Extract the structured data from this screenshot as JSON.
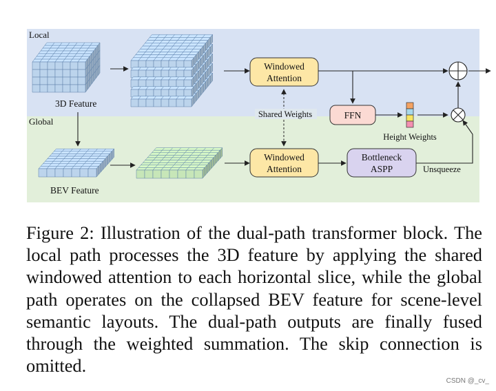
{
  "figure": {
    "region_local_label": "Local",
    "region_global_label": "Global",
    "feature_3d_label": "3D Feature",
    "bev_feature_label": "BEV Feature",
    "windowed_attention_top_line1": "Windowed",
    "windowed_attention_top_line2": "Attention",
    "windowed_attention_bottom_line1": "Windowed",
    "windowed_attention_bottom_line2": "Attention",
    "shared_weights_label": "Shared Weights",
    "ffn_label": "FFN",
    "height_weights_label": "Height Weights",
    "bottleneck_line1": "Bottleneck",
    "bottleneck_line2": "ASPP",
    "unsqueeze_label": "Unsqueeze",
    "colors": {
      "local_bg": "#d8e2f3",
      "global_bg": "#e2efda",
      "windowed_box": "#fde7a6",
      "ffn_box": "#fbdad3",
      "bottleneck_box": "#d9d3ef",
      "cube_blue": "#bcd4ec",
      "cube_green": "#c7e6b8",
      "weight_colors": [
        "#f4a261",
        "#a8d8ea",
        "#f7e463",
        "#f48fb1"
      ]
    }
  },
  "caption": {
    "text": "Figure 2:  Illustration of the dual-path transformer block. The local path processes the 3D feature by applying the shared windowed attention to each horizontal slice, while the global path operates on the collapsed BEV feature for scene-level semantic layouts. The dual-path outputs are finally fused through the weighted summation. The skip connection is omitted."
  },
  "watermark": "CSDN @_cv_"
}
